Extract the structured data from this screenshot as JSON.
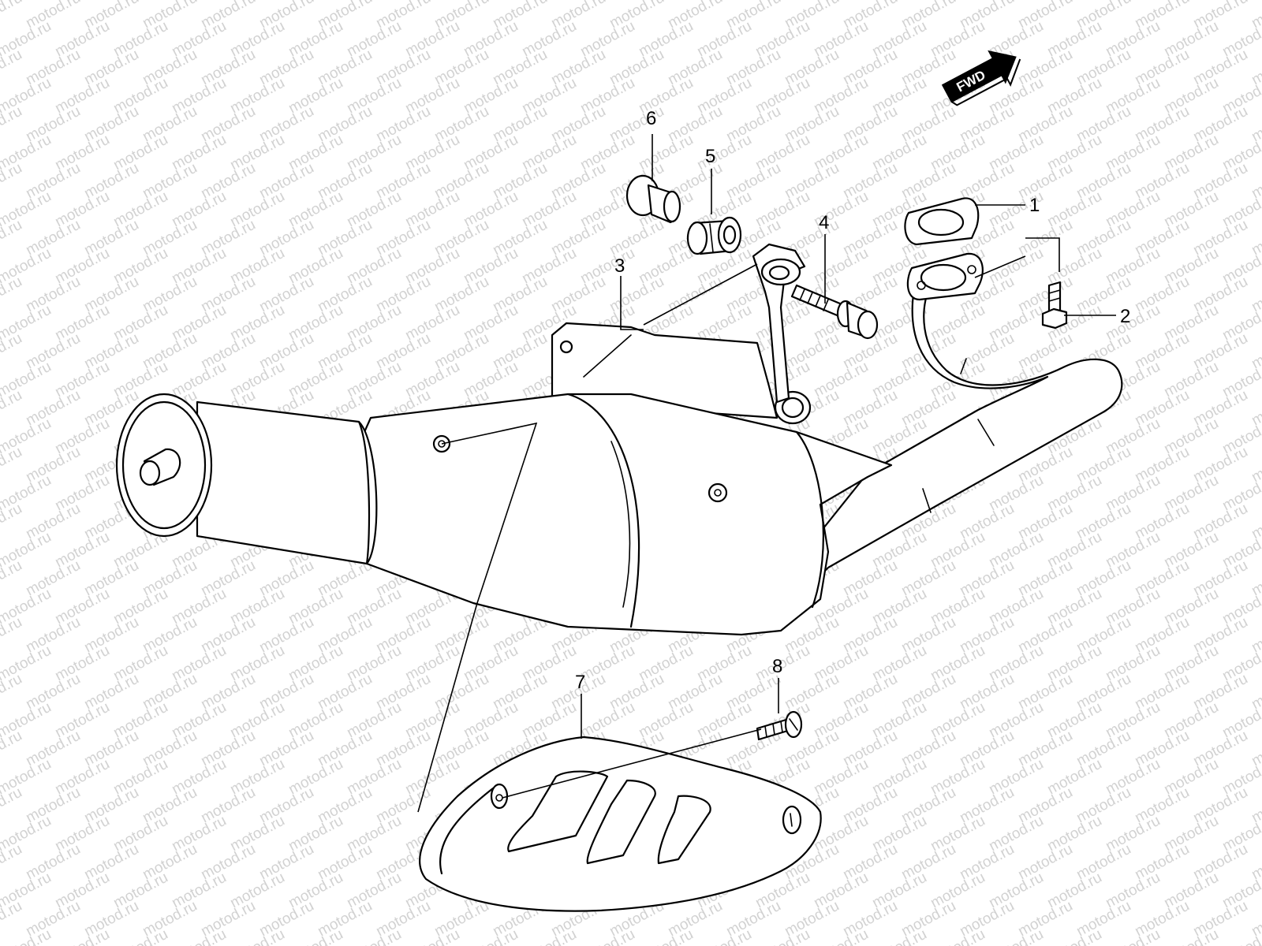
{
  "watermark": {
    "text": "motod.ru"
  },
  "direction_marker": {
    "label": "FWD"
  },
  "callouts": [
    {
      "id": "1",
      "label": "1"
    },
    {
      "id": "2",
      "label": "2"
    },
    {
      "id": "3",
      "label": "3"
    },
    {
      "id": "4",
      "label": "4"
    },
    {
      "id": "5",
      "label": "5"
    },
    {
      "id": "6",
      "label": "6"
    },
    {
      "id": "7",
      "label": "7"
    },
    {
      "id": "8",
      "label": "8"
    }
  ]
}
